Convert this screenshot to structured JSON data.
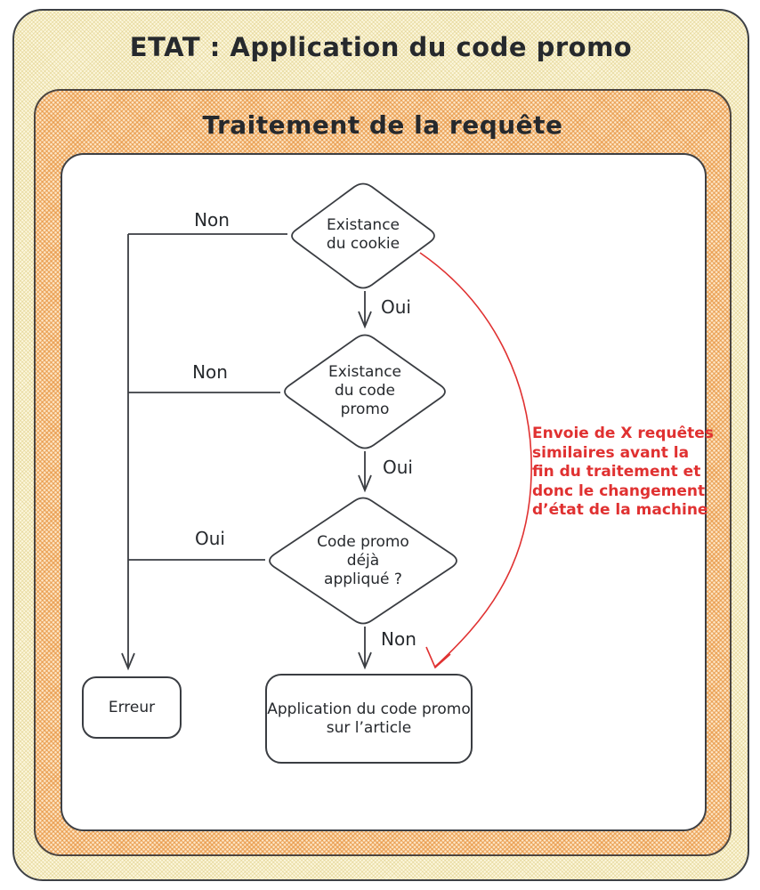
{
  "title": "ETAT : Application du code promo",
  "container": {
    "title": "Traitement de la requête"
  },
  "flowchart": {
    "nodes": {
      "cookie_check": {
        "type": "decision",
        "label": "Existance\ndu cookie"
      },
      "promo_code_check": {
        "type": "decision",
        "label": "Existance\ndu code\npromo"
      },
      "already_applied_check": {
        "type": "decision",
        "label": "Code promo\ndéjà\nappliqué ?"
      },
      "apply_promo": {
        "type": "process",
        "label": "Application du code promo\nsur l’article"
      },
      "error": {
        "type": "process",
        "label": "Erreur"
      }
    },
    "edge_labels": {
      "cookie_no": "Non",
      "cookie_yes": "Oui",
      "promo_code_no": "Non",
      "promo_code_yes": "Oui",
      "already_applied_yes": "Oui",
      "already_applied_no": "Non"
    },
    "annotation": {
      "text": "Envoie de X requêtes\nsimilaires avant la\nfin du traitement et\ndonc le changement\nd’état de la machine",
      "color": "#e03131"
    }
  },
  "colors": {
    "outer_fill": "#fcf7de",
    "outer_hatch": "#decc82",
    "inner_fill": "#fde7c8",
    "inner_hatch": "#e6903a",
    "stroke": "#3a3d42",
    "panel_fill": "#ffffff",
    "annotation_red": "#e03131"
  }
}
